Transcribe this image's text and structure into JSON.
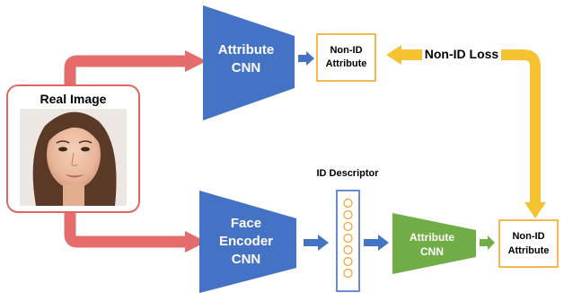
{
  "real_image": {
    "label": "Real Image"
  },
  "top_branch": {
    "attribute_cnn": [
      "Attribute",
      "CNN"
    ],
    "non_id_attribute": [
      "Non-ID",
      "Attribute"
    ],
    "non_id_loss": "Non-ID Loss"
  },
  "bottom_branch": {
    "face_encoder_cnn": [
      "Face",
      "Encoder",
      "CNN"
    ],
    "id_descriptor": "ID Descriptor",
    "attribute_cnn": [
      "Attribute",
      "CNN"
    ],
    "non_id_attribute": [
      "Non-ID",
      "Attribute"
    ]
  },
  "colors": {
    "encoder_blue": "#4472C4",
    "attribute_green": "#70AD47",
    "flow_red": "#E46C6C",
    "loss_yellow": "#F5C231",
    "output_box_border": "#F5A623",
    "real_image_border": "#E06666",
    "descriptor_circle": "#F0A030"
  },
  "icons": [
    "portrait-photo-icon"
  ]
}
